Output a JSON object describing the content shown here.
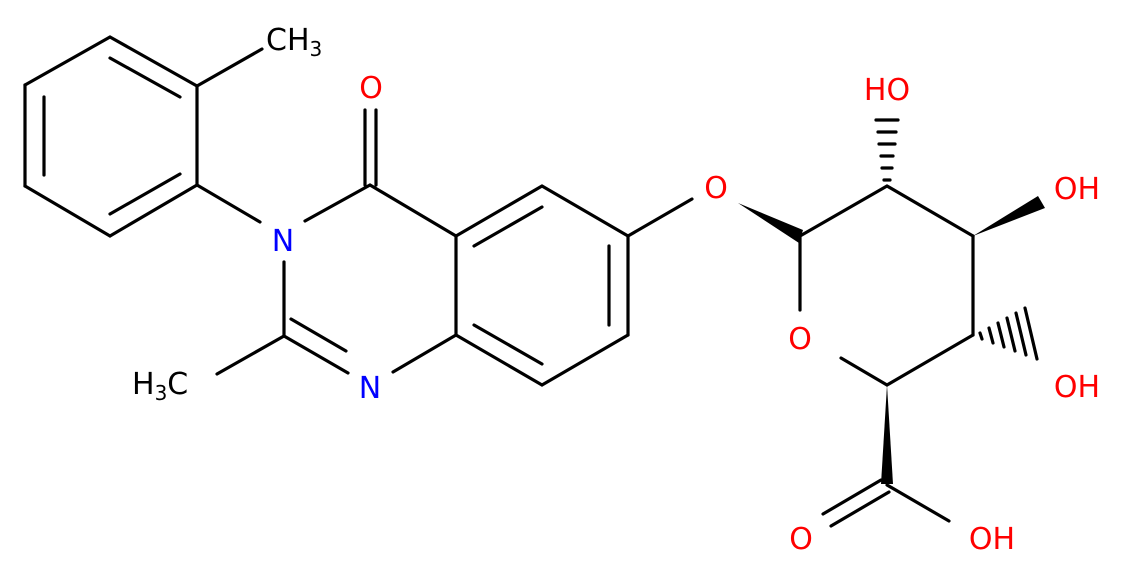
{
  "colors": {
    "carbon": "#000000",
    "oxygen": "#ff0000",
    "nitrogen": "#0000ff"
  },
  "atoms": {
    "ch3_top": "CH3",
    "o_carbonyl": "O",
    "n3": "N",
    "n1": "N",
    "h3c_left": "H3C",
    "o_ether": "O",
    "o_ring": "O",
    "oh_2": "HO",
    "oh_3": "OH",
    "oh_4": "OH",
    "o_acid_dbl": "O",
    "oh_acid": "OH"
  }
}
